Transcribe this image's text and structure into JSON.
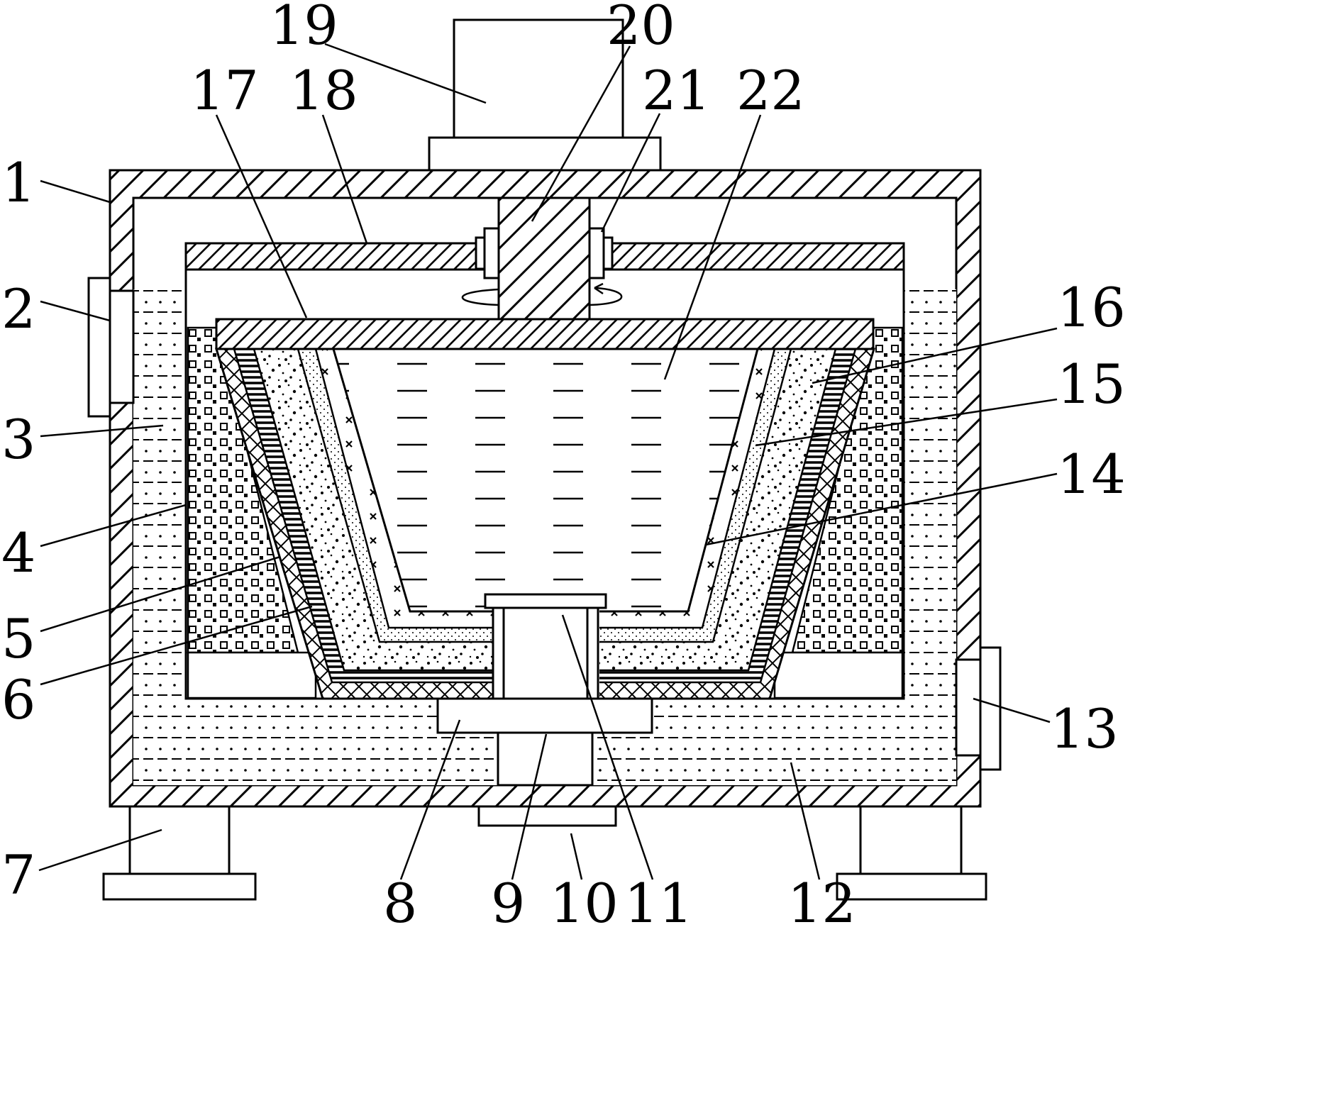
{
  "labels": [
    {
      "id": "1",
      "text": "1"
    },
    {
      "id": "2",
      "text": "2"
    },
    {
      "id": "3",
      "text": "3"
    },
    {
      "id": "4",
      "text": "4"
    },
    {
      "id": "5",
      "text": "5"
    },
    {
      "id": "6",
      "text": "6"
    },
    {
      "id": "7",
      "text": "7"
    },
    {
      "id": "8",
      "text": "8"
    },
    {
      "id": "9",
      "text": "9"
    },
    {
      "id": "10",
      "text": "10"
    },
    {
      "id": "11",
      "text": "11"
    },
    {
      "id": "12",
      "text": "12"
    },
    {
      "id": "13",
      "text": "13"
    },
    {
      "id": "14",
      "text": "14"
    },
    {
      "id": "15",
      "text": "15"
    },
    {
      "id": "16",
      "text": "16"
    },
    {
      "id": "17",
      "text": "17"
    },
    {
      "id": "18",
      "text": "18"
    },
    {
      "id": "19",
      "text": "19"
    },
    {
      "id": "20",
      "text": "20"
    },
    {
      "id": "21",
      "text": "21"
    },
    {
      "id": "22",
      "text": "22"
    }
  ],
  "colors": {
    "ink": "#000000",
    "paper": "#ffffff"
  }
}
